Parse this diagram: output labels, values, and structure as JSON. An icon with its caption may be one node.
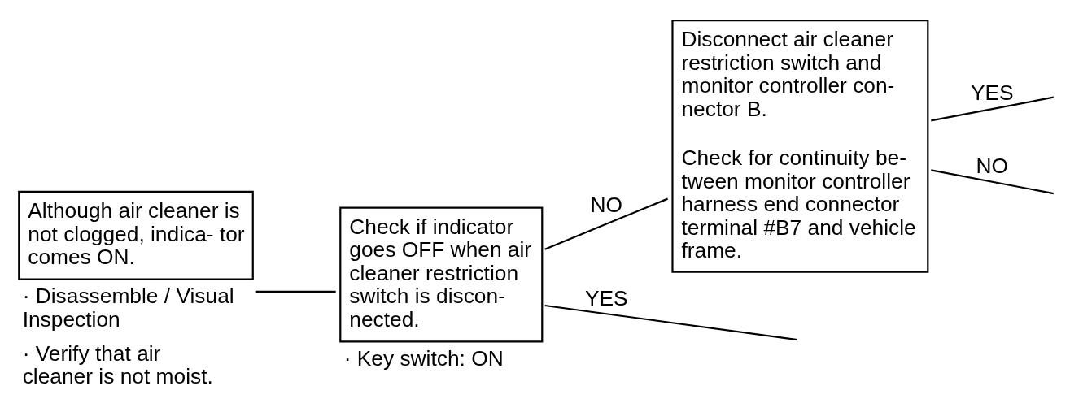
{
  "diagram": {
    "nodes": [
      {
        "text": [
          "Although air cleaner is not clogged, indica- tor comes ON."
        ],
        "beside": [
          "· Disassemble / Visual Inspection",
          "· Verify that air cleaner is not moist."
        ]
      },
      {
        "text": [
          "Check if indicator goes OFF when air cleaner restriction switch is discon- nected."
        ],
        "beside": [
          "· Key switch: ON"
        ]
      },
      {
        "text": [
          "Disconnect air cleaner restriction switch and monitor controller con- nector B.",
          "Check for continuity be- tween monitor controller harness end connector terminal #B7 and vehicle frame."
        ]
      }
    ],
    "edges": [
      {
        "from": 0,
        "to": 1,
        "arrow": "none"
      },
      {
        "from": 1,
        "to": null,
        "arrow": "none",
        "label": "YES"
      },
      {
        "from": 1,
        "to": 2,
        "arrow": "none",
        "label": "NO"
      },
      {
        "from": 2,
        "to": null,
        "arrow": "none",
        "label": "YES"
      },
      {
        "from": 2,
        "to": null,
        "arrow": "none",
        "label": "NO"
      }
    ]
  }
}
